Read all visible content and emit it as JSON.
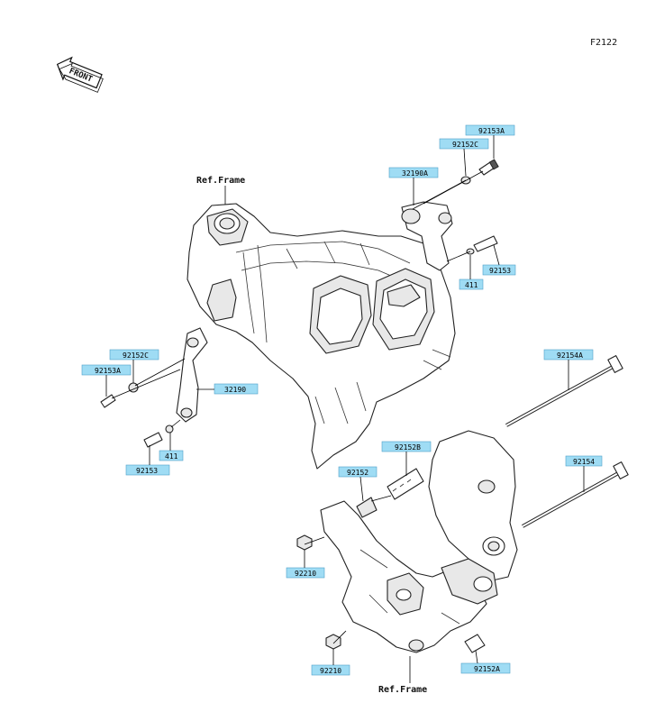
{
  "figure_code": "F2122",
  "front_arrow_text": "FRONT",
  "ref_frame_top": "Ref.Frame",
  "ref_frame_bottom": "Ref.Frame",
  "labels": {
    "p92153A_top": "92153A",
    "p92152C_top": "92152C",
    "p32190A": "32190A",
    "p92153_top": "92153",
    "p411_top": "411",
    "p92152C_left": "92152C",
    "p92153A_left": "92153A",
    "p32190": "32190",
    "p411_left": "411",
    "p92153_left": "92153",
    "p92154A": "92154A",
    "p92152B": "92152B",
    "p92152": "92152",
    "p92154": "92154",
    "p92210_mid": "92210",
    "p92210_bot": "92210",
    "p92152A": "92152A"
  },
  "colors": {
    "label_fill": "#9fdcf4",
    "label_border": "#4f9fc8",
    "line": "#222222"
  }
}
